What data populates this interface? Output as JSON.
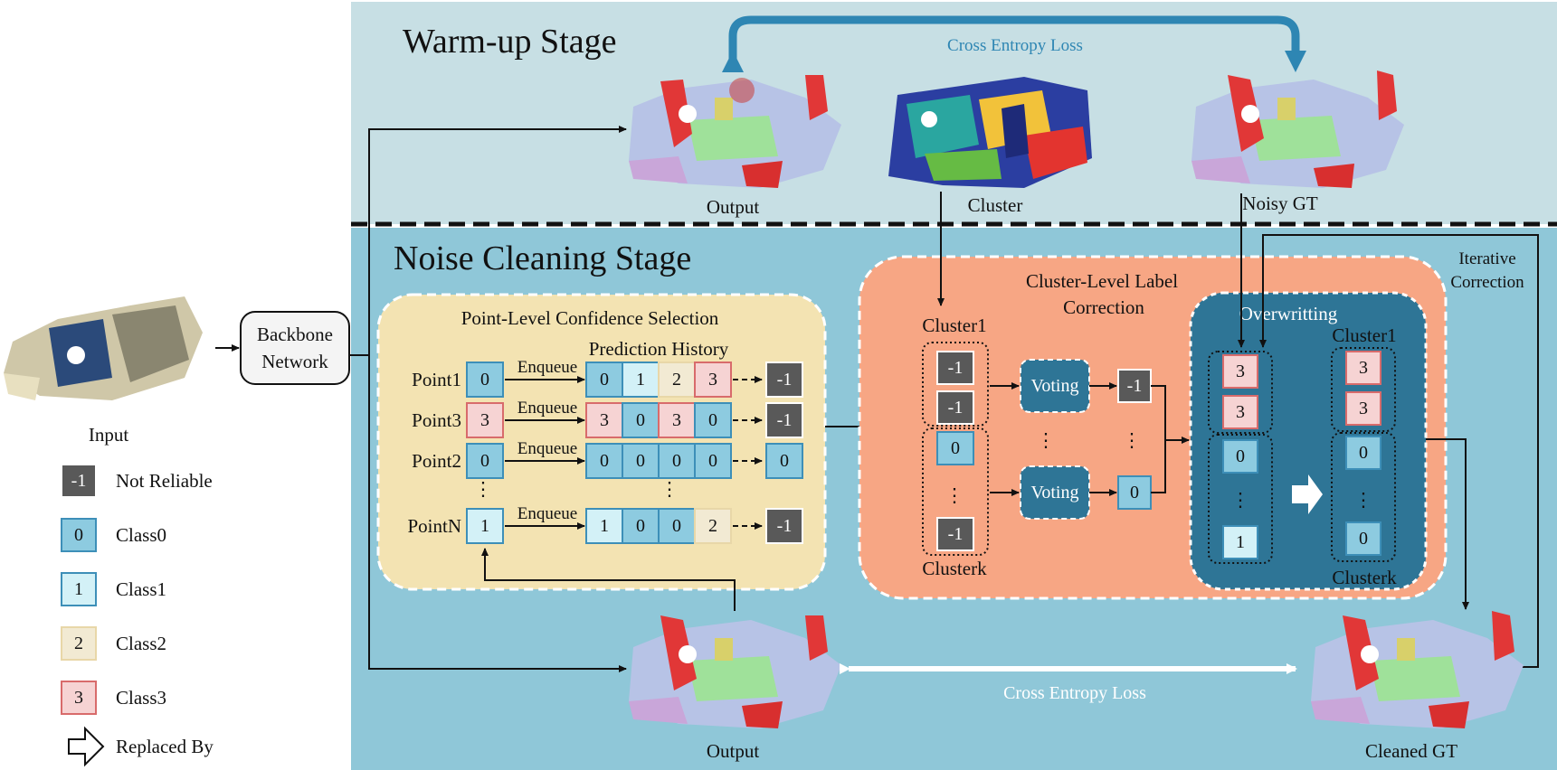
{
  "stages": {
    "warmup_title": "Warm-up Stage",
    "cleaning_title": "Noise Cleaning Stage"
  },
  "warmup": {
    "loss_label": "Cross Entropy Loss",
    "output_label": "Output",
    "cluster_label": "Cluster",
    "noisy_gt_label": "Noisy GT"
  },
  "input": {
    "label": "Input",
    "backbone": [
      "Backbone",
      "Network"
    ]
  },
  "legend": [
    {
      "value": "-1",
      "label": "Not Reliable",
      "style": "nr"
    },
    {
      "value": "0",
      "label": "Class0",
      "style": "c0"
    },
    {
      "value": "1",
      "label": "Class1",
      "style": "c1"
    },
    {
      "value": "2",
      "label": "Class2",
      "style": "c2"
    },
    {
      "value": "3",
      "label": "Class3",
      "style": "c3"
    },
    {
      "value": "",
      "label": "Replaced By",
      "style": "arrow"
    }
  ],
  "point_level": {
    "title": "Point-Level Confidence Selection",
    "history_title": "Prediction History",
    "enqueue": "Enqueue",
    "ellipsis": "⋮",
    "rows": [
      {
        "point": "Point1",
        "value": "0",
        "history": [
          "0",
          "1",
          "2",
          "3"
        ],
        "result": "-1"
      },
      {
        "point": "Point3",
        "value": "3",
        "history": [
          "3",
          "0",
          "3",
          "0"
        ],
        "result": "-1"
      },
      {
        "point": "Point2",
        "value": "0",
        "history": [
          "0",
          "0",
          "0",
          "0"
        ],
        "result": "0"
      },
      {
        "point": "PointN",
        "value": "1",
        "history": [
          "1",
          "0",
          "0",
          "2"
        ],
        "result": "-1"
      }
    ]
  },
  "cluster_level": {
    "title_line1": "Cluster-Level Label",
    "title_line2": "Correction",
    "cluster1": "Cluster1",
    "clusterk": "Clusterk",
    "voting": "Voting",
    "ellipsis": "⋮",
    "cluster1_values": [
      "-1",
      "-1"
    ],
    "clusterk_values": [
      "0",
      "-1"
    ],
    "vote_results": [
      "-1",
      "0"
    ]
  },
  "overwriting": {
    "title": "Overwritting",
    "cluster1": "Cluster1",
    "clusterk": "Clusterk",
    "ellipsis": "⋮",
    "before": [
      "3",
      "3",
      "0",
      "1"
    ],
    "after": [
      "3",
      "3",
      "0",
      "0"
    ]
  },
  "iterative": [
    "Iterative",
    "Correction"
  ],
  "bottom": {
    "output_label": "Output",
    "loss_label": "Cross Entropy Loss",
    "cleaned_label": "Cleaned GT"
  },
  "colors": {
    "warmup_bg": "#c7dfe4",
    "cleaning_bg": "#8fc7d8",
    "yellow_panel": "#f3e3b2",
    "orange_panel": "#f7a684",
    "teal_panel": "#2e7596",
    "nr": "#595959",
    "c0": "#8dcbe0",
    "c1": "#d3f1f7",
    "c2": "#f2ead3",
    "c3": "#f6d3d3"
  }
}
